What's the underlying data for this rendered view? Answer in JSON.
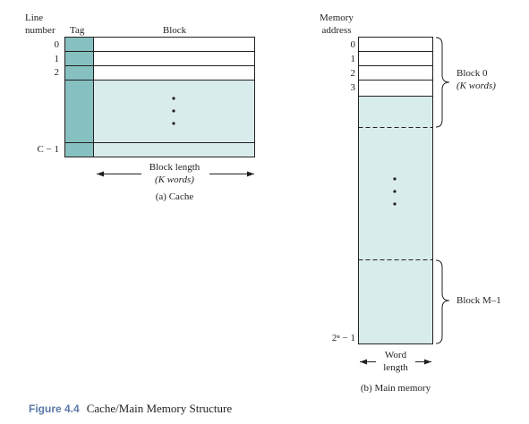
{
  "cache": {
    "line_number_header": [
      "Line",
      "number"
    ],
    "tag_header": "Tag",
    "block_header": "Block",
    "line_labels": [
      "0",
      "1",
      "2",
      "C − 1"
    ],
    "block_length_label": [
      "Block length",
      "(K words)"
    ],
    "caption": "(a) Cache"
  },
  "memory": {
    "address_header": [
      "Memory",
      "address"
    ],
    "address_labels": [
      "0",
      "1",
      "2",
      "3"
    ],
    "last_address": "2ⁿ − 1",
    "block0_label": [
      "Block 0",
      "(K words)"
    ],
    "blockM_label": "Block M–1",
    "word_length_label": [
      "Word",
      "length"
    ],
    "caption": "(b) Main memory"
  },
  "figure": {
    "number": "Figure 4.4",
    "title": "Cache/Main Memory Structure"
  },
  "colors": {
    "tag_fill": "#86c0c0",
    "block_fill": "#d9ecec",
    "line": "#231f20"
  }
}
